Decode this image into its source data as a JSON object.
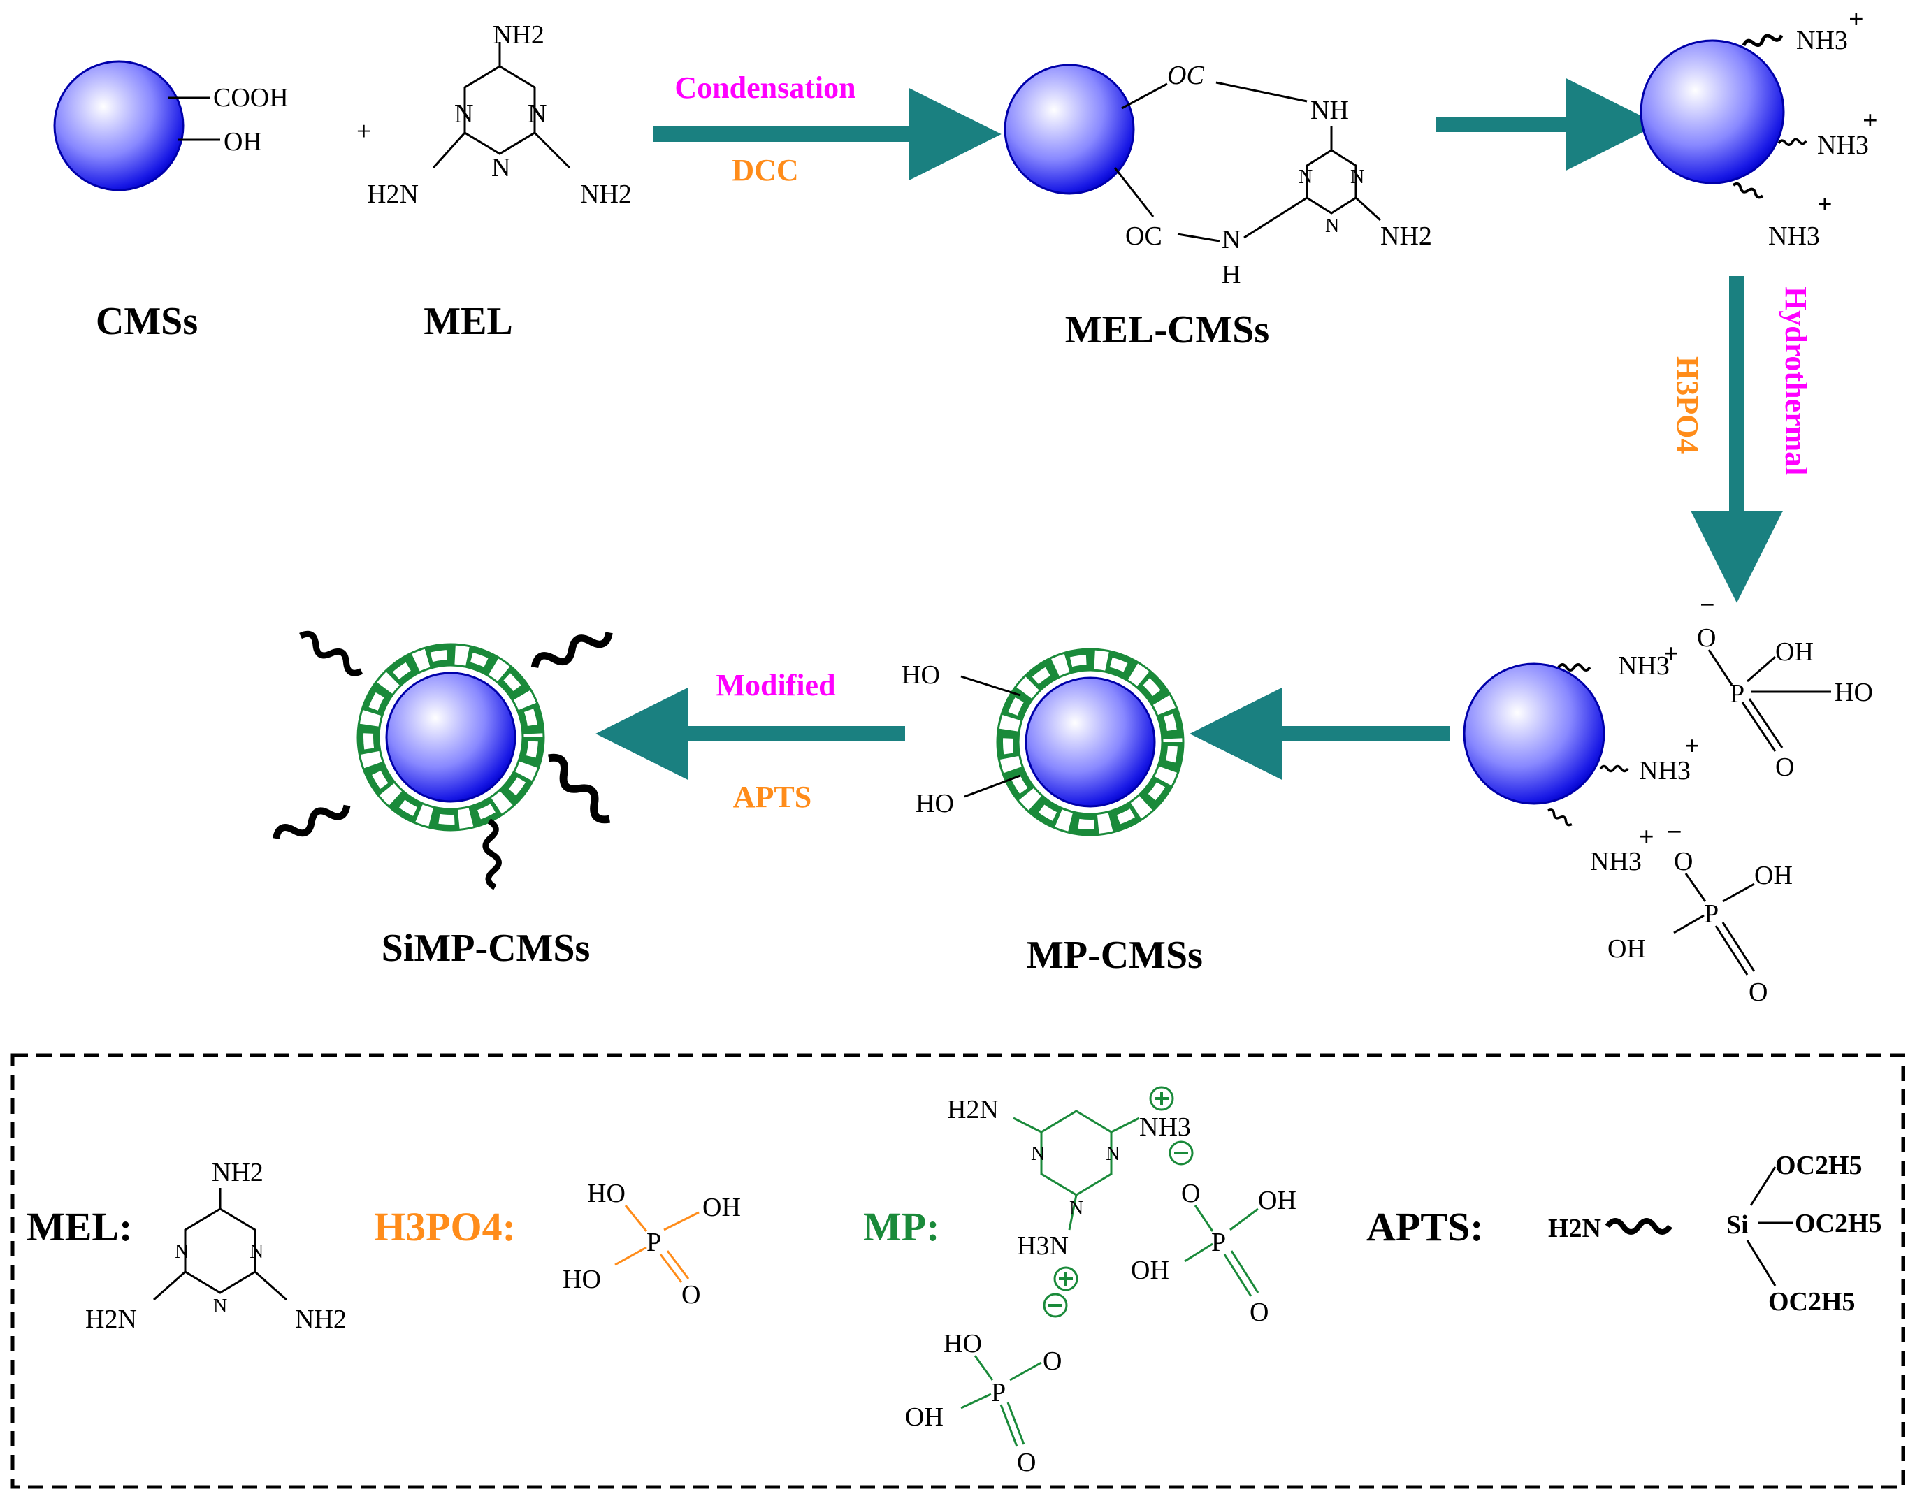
{
  "colors": {
    "arrow": "#1a8080",
    "condition_top": "#ff00ff",
    "condition_bottom": "#ff8c1a",
    "mp_green": "#1a8a3a",
    "sphere": "#2424e0"
  },
  "icons": [
    "sphere-particle-icon",
    "phosphate-shell-icon",
    "wavy-chain-icon",
    "reaction-arrow-icon"
  ],
  "compounds": {
    "cmss": "CMSs",
    "mel": "MEL",
    "mel_cmss": "MEL-CMSs",
    "mp_cmss": "MP-CMSs",
    "simp_cmss": "SiMP-CMSs"
  },
  "groups": {
    "cooh": "COOH",
    "oh": "OH",
    "plus": "+",
    "nh2": "NH2",
    "h2n": "H2N",
    "n": "N",
    "nh": "NH",
    "h": "H",
    "oc": "OC",
    "nh3": "NH3",
    "ho": "HO",
    "o": "O",
    "p": "P",
    "si": "Si",
    "oc2h5": "OC2H5",
    "h3n": "H3N",
    "minus": "−"
  },
  "conditions": {
    "step1_top": "Condensation",
    "step1_bottom": "DCC",
    "step3_side1": "Hydrothermal",
    "step3_side2": "H3PO4",
    "step5_top": "Modified",
    "step5_bottom": "APTS"
  },
  "key": {
    "mel_label": "MEL:",
    "h3po4_label": "H3PO4:",
    "mp_label": "MP:",
    "apts_label": "APTS:"
  }
}
